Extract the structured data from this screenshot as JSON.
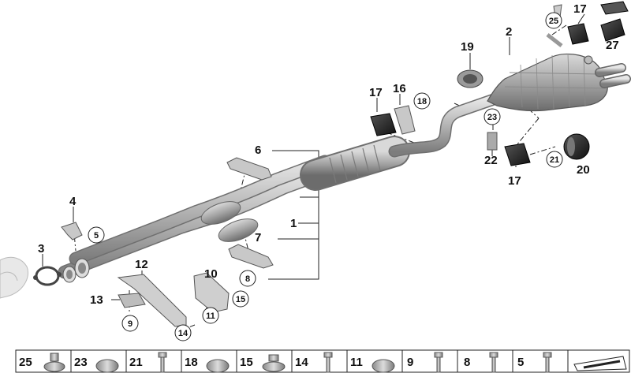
{
  "diagram": {
    "callouts": {
      "c1": "1",
      "c2": "2",
      "c3": "3",
      "c4": "4",
      "c6": "6",
      "c7": "7",
      "c10": "10",
      "c12": "12",
      "c13": "13",
      "c16": "16",
      "c17a": "17",
      "c17b": "17",
      "c17c": "17",
      "c19": "19",
      "c20": "20",
      "c22": "22",
      "c27": "27"
    },
    "circled": {
      "c5": "5",
      "c8": "8",
      "c9": "9",
      "c11": "11",
      "c14": "14",
      "c15": "15",
      "c18": "18",
      "c21": "21",
      "c23": "23",
      "c25": "25"
    }
  },
  "fasteners": [
    {
      "num": "25"
    },
    {
      "num": "23"
    },
    {
      "num": "21"
    },
    {
      "num": "18"
    },
    {
      "num": "15"
    },
    {
      "num": "14"
    },
    {
      "num": "11"
    },
    {
      "num": "9"
    },
    {
      "num": "8"
    },
    {
      "num": "5"
    }
  ]
}
